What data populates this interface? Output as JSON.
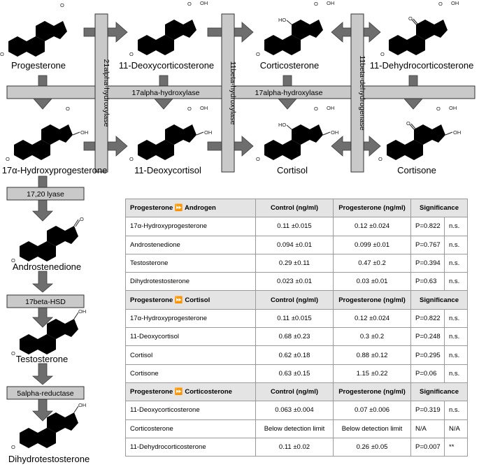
{
  "molecules": {
    "progesterone": "Progesterone",
    "deoxycorticosterone": "11-Deoxycorticosterone",
    "corticosterone": "Corticosterone",
    "dehydrocorticosterone": "11-Dehydrocorticosterone",
    "hydroxyprogesterone": "17α-Hydroxyprogesterone",
    "deoxycortisol": "11-Deoxycortisol",
    "cortisol": "Cortisol",
    "cortisone": "Cortisone",
    "androstenedione": "Androstenedione",
    "testosterone": "Testosterone",
    "dihydrotestosterone": "Dihydrotestosterone"
  },
  "enzymes": {
    "hydroxylase21": "21alpha-hydroxylase",
    "hydroxylase11": "11beta-hydroxylase",
    "dehydrogenase11": "11beta-dehydrogenase",
    "hydroxylase17_left": "17alpha-hydroxylase",
    "hydroxylase17_right": "17alpha-hydroxylase",
    "lyase": "17,20 lyase",
    "hsd": "17beta-HSD",
    "reductase": "5alpha-reductase"
  },
  "atoms": {
    "o": "O",
    "oh": "OH",
    "ho": "HO"
  },
  "table": {
    "columns": [
      "Control (ng/ml)",
      "Progesterone (ng/ml)",
      "Significance"
    ],
    "groups": [
      {
        "title": "Progesterone ⏩ Androgen",
        "rows": [
          {
            "name": "17α-Hydroxyprogesterone",
            "control": "0.11 ±0.015",
            "progesterone": "0.12 ±0.024",
            "p": "P=0.822",
            "sig": "n.s."
          },
          {
            "name": "Androstenedione",
            "control": "0.094 ±0.01",
            "progesterone": "0.099 ±0.01",
            "p": "P=0.767",
            "sig": "n.s."
          },
          {
            "name": "Testosterone",
            "control": "0.29 ±0.11",
            "progesterone": "0.47 ±0.2",
            "p": "P=0.394",
            "sig": "n.s."
          },
          {
            "name": "Dihydrotestosterone",
            "control": "0.023 ±0.01",
            "progesterone": "0.03 ±0.01",
            "p": "P=0.63",
            "sig": "n.s."
          }
        ]
      },
      {
        "title": "Progesterone ⏩ Cortisol",
        "rows": [
          {
            "name": "17α-Hydroxyprogesterone",
            "control": "0.11 ±0.015",
            "progesterone": "0.12 ±0.024",
            "p": "P=0.822",
            "sig": "n.s."
          },
          {
            "name": "11-Deoxycortisol",
            "control": "0.68 ±0.23",
            "progesterone": "0.3 ±0.2",
            "p": "P=0.248",
            "sig": "n.s."
          },
          {
            "name": "Cortisol",
            "control": "0.62 ±0.18",
            "progesterone": "0.88 ±0.12",
            "p": "P=0.295",
            "sig": "n.s."
          },
          {
            "name": "Cortisone",
            "control": "0.63 ±0.15",
            "progesterone": "1.15 ±0.22",
            "p": "P=0.06",
            "sig": "n.s."
          }
        ]
      },
      {
        "title": "Progesterone ⏩ Corticosterone",
        "rows": [
          {
            "name": "11-Deoxycorticosterone",
            "control": "0.063 ±0.004",
            "progesterone": "0.07 ±0.006",
            "p": "P=0.319",
            "sig": "n.s."
          },
          {
            "name": "Corticosterone",
            "control": "Below detection limit",
            "progesterone": "Below detection limit",
            "p": "N/A",
            "sig": "N/A"
          },
          {
            "name": "11-Dehydrocorticosterone",
            "control": "0.11 ±0.02",
            "progesterone": "0.26 ±0.05",
            "p": "P=0.007",
            "sig": "**"
          }
        ]
      }
    ]
  }
}
